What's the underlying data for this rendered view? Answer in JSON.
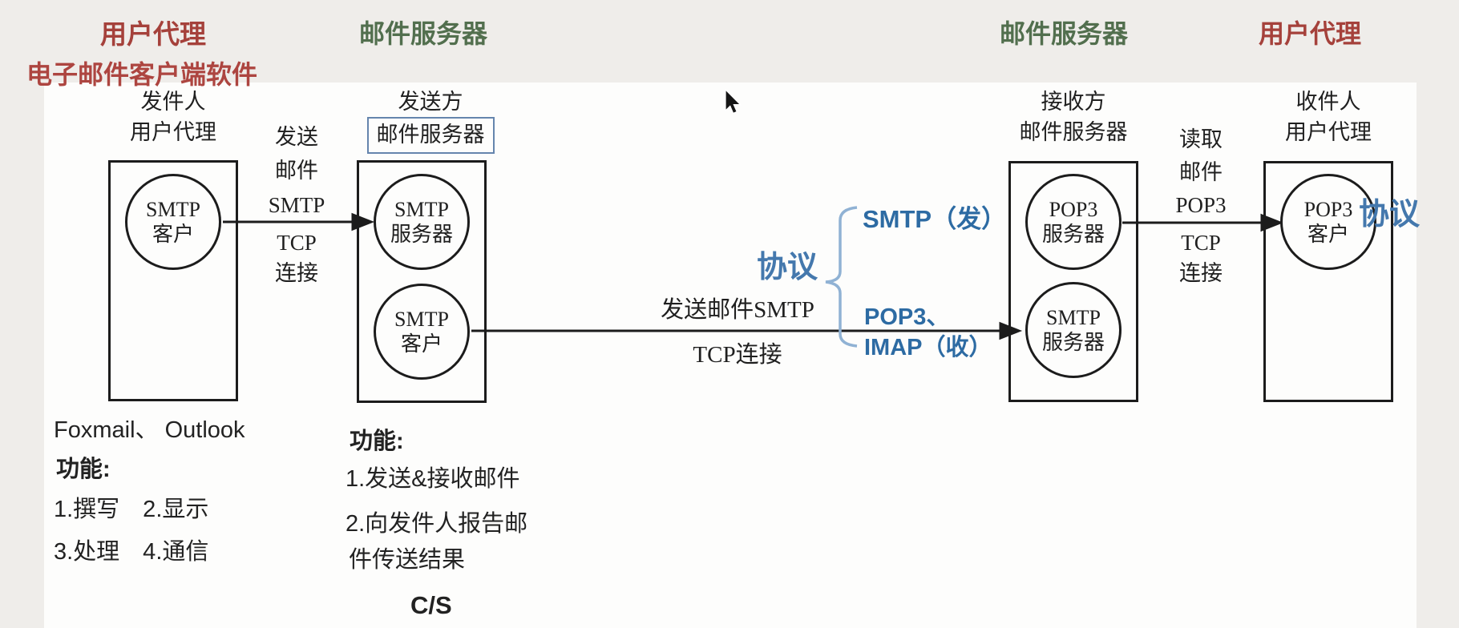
{
  "colors": {
    "background": "#efedea",
    "panel": "#fdfdfc",
    "header_red": "#a5413b",
    "header_green": "#526f4e",
    "protocol_blue": "#2d6ba3",
    "script_blue": "#4478ad",
    "bracket_blue": "#90b2d4",
    "line_black": "#1c1c1c"
  },
  "headers": {
    "user_agent_left": "用户代理",
    "email_client_note": "电子邮件客户端软件",
    "mail_server_left": "邮件服务器",
    "mail_server_right": "邮件服务器",
    "user_agent_right": "用户代理"
  },
  "nodes": {
    "sender_ua": {
      "label1": "发件人",
      "label2": "用户代理",
      "circle": [
        "SMTP",
        "客户"
      ]
    },
    "sending_server": {
      "label1": "发送方",
      "label2": "邮件服务器",
      "circle_top": [
        "SMTP",
        "服务器"
      ],
      "circle_bottom": [
        "SMTP",
        "客户"
      ]
    },
    "receiving_server": {
      "label1": "接收方",
      "label2": "邮件服务器",
      "circle_top": [
        "POP3",
        "服务器"
      ],
      "circle_bottom": [
        "SMTP",
        "服务器"
      ]
    },
    "receiver_ua": {
      "label1": "收件人",
      "label2": "用户代理",
      "circle": [
        "POP3",
        "客户"
      ]
    }
  },
  "links": {
    "send_stack": [
      "发送",
      "邮件",
      "SMTP",
      "TCP",
      "连接"
    ],
    "read_stack": [
      "读取",
      "邮件",
      "POP3",
      "TCP",
      "连接"
    ],
    "long_link_top": "发送邮件SMTP",
    "long_link_bottom": "TCP连接"
  },
  "annotations": {
    "protocol_label": "协议",
    "protocol_send": "SMTP（发）",
    "protocol_recv1": "POP3、",
    "protocol_recv2": "IMAP（收）",
    "protocol_label_right": "协议"
  },
  "notes_left": {
    "apps": "Foxmail、 Outlook",
    "func_title": "功能:",
    "items12": "1.撰写　2.显示",
    "items34": "3.处理　4.通信"
  },
  "notes_middle": {
    "func_title": "功能:",
    "item1": "1.发送&接收邮件",
    "item2_line1": "2.向发件人报告邮",
    "item2_line2": "件传送结果",
    "cs_label": "C/S"
  }
}
